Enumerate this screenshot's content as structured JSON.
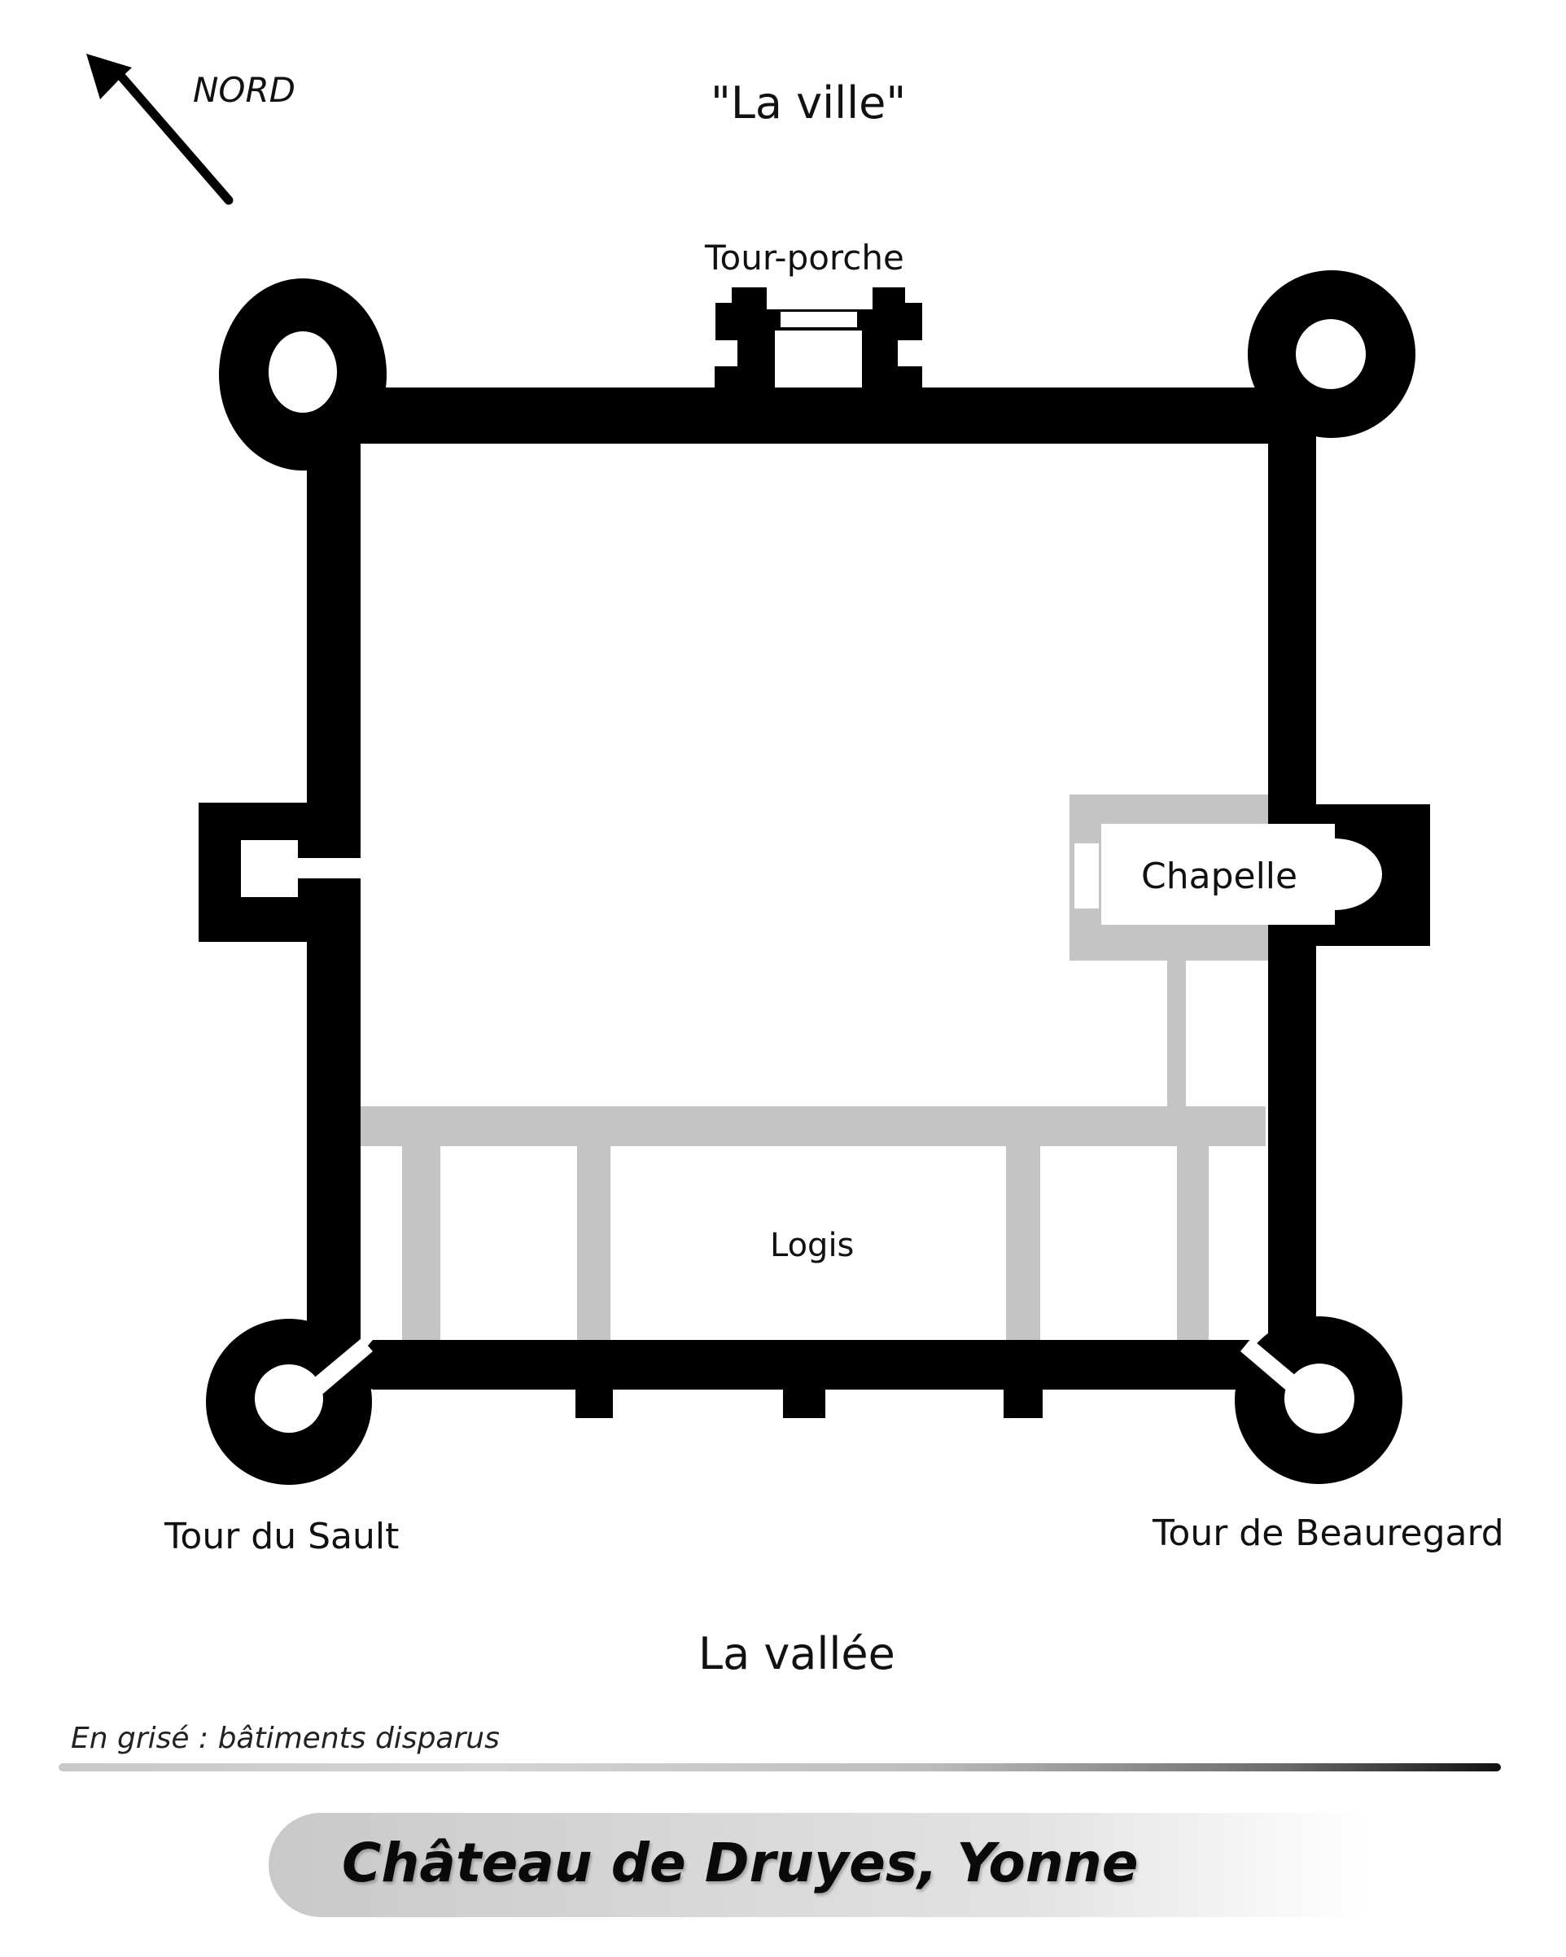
{
  "diagram": {
    "type": "castle floor plan",
    "title": "Château de Druyes, Yonne",
    "orientation": {
      "label": "NORD",
      "icon": "north-arrow-icon"
    },
    "surroundings": {
      "top": "\"La ville\"",
      "bottom": "La vallée"
    },
    "structures": {
      "gate_tower": "Tour-porche",
      "chapel": "Chapelle",
      "residence": "Logis",
      "southwest_tower": "Tour du Sault",
      "southeast_tower": "Tour de Beauregard"
    },
    "legend": "En grisé : bâtiments disparus",
    "colors": {
      "existing_walls": "#000000",
      "vanished_buildings": "#c4c4c4",
      "background": "#ffffff"
    }
  }
}
